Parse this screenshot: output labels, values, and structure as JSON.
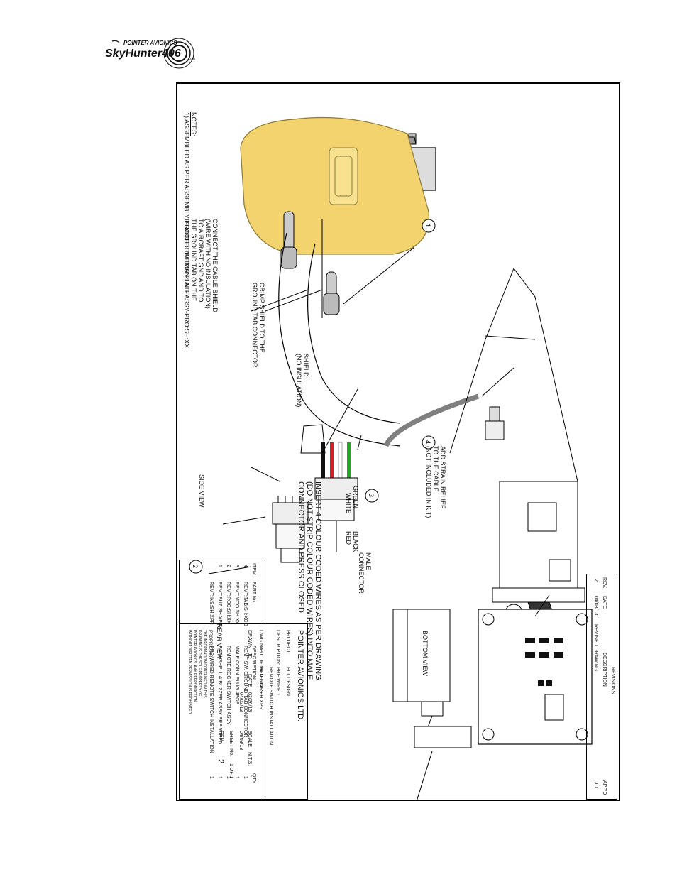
{
  "logo": {
    "brand": "POINTER AVIONICS",
    "product": "SkyHunter406",
    "suffix": ".com"
  },
  "notes": {
    "header": "NOTES:",
    "items": [
      "1) ASSEMBLED AS PER ASSEMBLY PROCEDURE MANUAL - ASSY-PRO:SH:XX"
    ]
  },
  "callouts": {
    "shield_connect": [
      "CONNECT THE CABLE SHIELD",
      "(WIRE WITH NO INSULATION)",
      "TO AIRCRAFT GND AND TO",
      "THE GROUND TAB ON THE",
      "REMOTE SWITCH PLATE"
    ],
    "crimp": [
      "CRIMP SHIELD TO THE",
      "GROUND TAB CONNECTOR"
    ],
    "shield": [
      "SHIELD",
      "(NO INSULATION)"
    ],
    "strain": [
      "ADD STRAIN RELIEF",
      "TO THE CABLE",
      "(NOT INCLUDED IN KIT)"
    ],
    "insert": [
      "INSERT 4 COLOUR CODED WIRES AS PER DRAWING",
      "(DO NOT STRIP COLOUR CODED WIRES) INTO MALE",
      "CONNECTOR AND PRESS CLOSED"
    ],
    "wires": [
      "GREEN",
      "WHITE",
      "BLACK",
      "RED"
    ],
    "male_connector": [
      "MALE",
      "CONNECTOR"
    ],
    "side_view": "SIDE VIEW",
    "rear_view": "REAR VIEW",
    "bottom_view": "BOTTOM VIEW",
    "balloons": [
      "1",
      "2",
      "3",
      "4"
    ]
  },
  "revisions": {
    "title": "REVISIONS",
    "headers": [
      "REV.",
      "DATE",
      "DESCRIPTION",
      "APP'D"
    ],
    "rows": [
      [
        "2",
        "04/03/13",
        "REVISED DRAWING",
        "JD"
      ]
    ]
  },
  "bom": {
    "title": "LIST OF MATERIALS",
    "headers": [
      "ITEM",
      "PART No.",
      "DESCRIPTION",
      "QTY."
    ],
    "rows": [
      [
        "4",
        "REMT:TAB:SH:XCO",
        "REMT SW. GROUND TAB CONNECTOR",
        "1"
      ],
      [
        "3",
        "REMT:MCO:SH:XX",
        "MALE CONN.PLUG 4POS",
        "1"
      ],
      [
        "2",
        "REMT:ROC:SH:XX",
        "REMOTE ROCKER SWITCH ASSY",
        "1"
      ],
      [
        "1",
        "REMT:BUZ:SH:XPR",
        "BACKSHELL & BUZZER ASSY PRE WIRED",
        "1"
      ],
      [
        "",
        "REMT:INS:SH:XPR",
        "PRE WIRED REMOTE SWITCH INSTALLATION",
        "1"
      ]
    ]
  },
  "title_block": {
    "company": "POINTER AVIONICS LTD.",
    "project_label": "PROJECT:",
    "project": "ELT DESIGN",
    "description_label": "DESCRIPTION:",
    "description": [
      "PRE WIRED",
      "REMOTE SWITCH INSTALLATION"
    ],
    "dwg_label": "DWG No.:",
    "dwg_no": "REMT:INS:SH:XPR",
    "drawn_label": "DRAWN",
    "drawn_by": "JD",
    "date_label": "DATE",
    "drawn_date": "02/26/13",
    "checked_date": "04/03/13",
    "approved_date": "04/03/13",
    "scale_label": "SCALE",
    "scale": "N.T.S.",
    "sheet_label": "SHEET No.",
    "sheet": "1 OF 1",
    "rev_label": "REV.",
    "rev": "2",
    "proprietary_title": "PROPRIETARY",
    "proprietary_text": [
      "THE INFORMATION CONTAINED IN THIS",
      "DRAWING IS THE SOLE PROPERTY OF",
      "POINTER AVIONICS. ANY REPRODUCTION",
      "WITHOUT WRITTEN PERMISSION IS PROHIBITED"
    ]
  },
  "colors": {
    "shell": "#f3d36e",
    "shell_stroke": "#8a7a3a",
    "shield_wire": "#808080",
    "green": "#22a822",
    "red": "#d42020",
    "black": "#111111",
    "line": "#000000"
  }
}
